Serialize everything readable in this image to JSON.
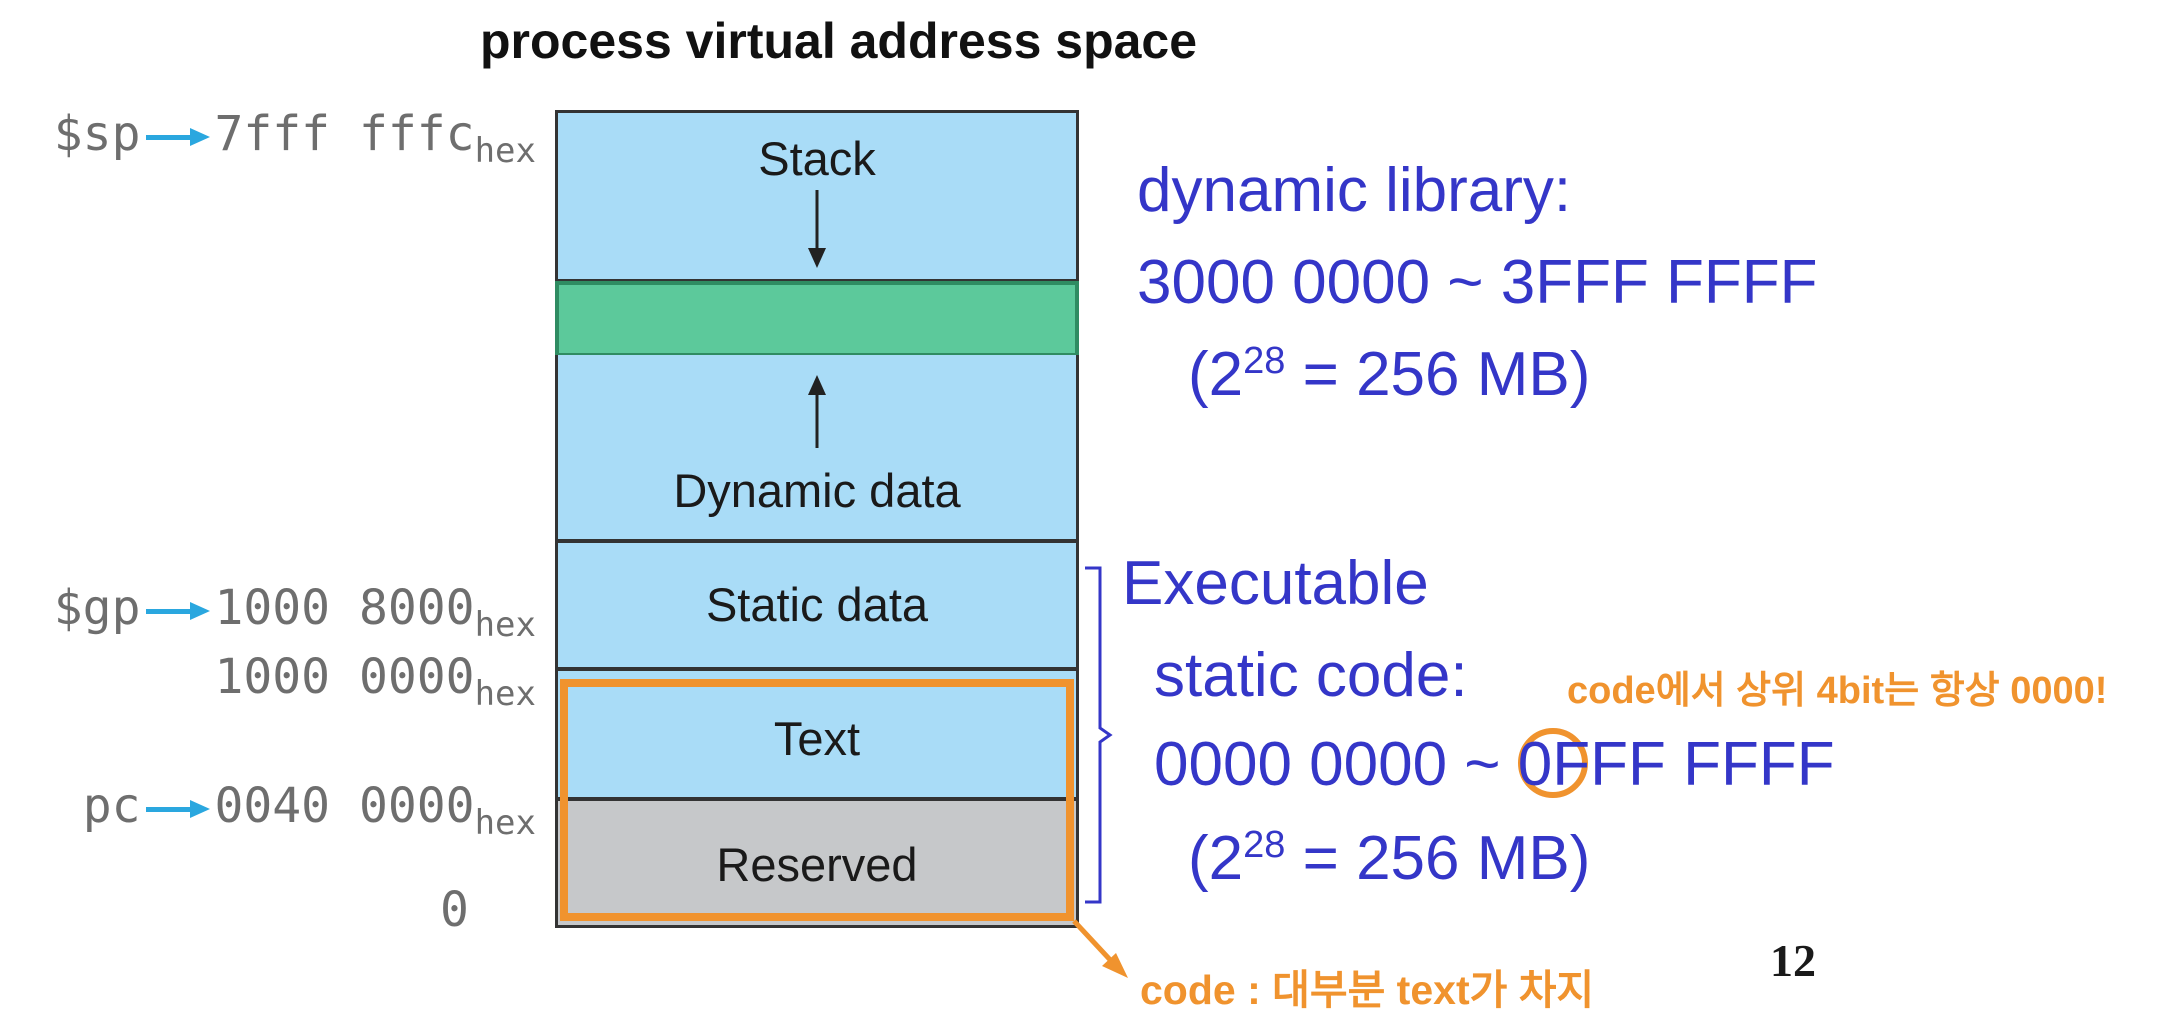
{
  "title": "process virtual address space",
  "segments": {
    "stack": "Stack",
    "dynamic_data": "Dynamic data",
    "static_data": "Static data",
    "text": "Text",
    "reserved": "Reserved"
  },
  "addresses": {
    "sp": {
      "register": "$sp",
      "value": "7fff fffc",
      "suffix": "hex"
    },
    "gp": {
      "register": "$gp",
      "value": "1000 8000",
      "suffix": "hex"
    },
    "static_start": {
      "value": "1000 0000",
      "suffix": "hex"
    },
    "pc": {
      "register": "pc",
      "value": "0040 0000",
      "suffix": "hex"
    },
    "zero": {
      "value": "0"
    }
  },
  "dynamic_library": {
    "heading": "dynamic library:",
    "range": "3000 0000 ~ 3FFF FFFF",
    "size_open": "(2",
    "size_exp": "28",
    "size_rest": " = 256 MB)"
  },
  "executable": {
    "heading": "Executable",
    "subheading": "static code:",
    "range_start": "0000 0000 ~ ",
    "range_circled": "0",
    "range_end": "FFF FFFF",
    "size_open": "(2",
    "size_exp": "28",
    "size_rest": " = 256 MB)"
  },
  "annotations": {
    "top_bits_note": "code에서 상위 4bit는 항상 0000!",
    "code_note": "code : 대부분 text가 차지",
    "page_number": "12"
  },
  "colors": {
    "segment_blue": "#a9dcf7",
    "gap_green": "#5cc99b",
    "reserved_gray": "#c6c8ca",
    "accent_orange": "#f0932e",
    "text_blue": "#3436c8",
    "register_arrow": "#2aa7df"
  }
}
